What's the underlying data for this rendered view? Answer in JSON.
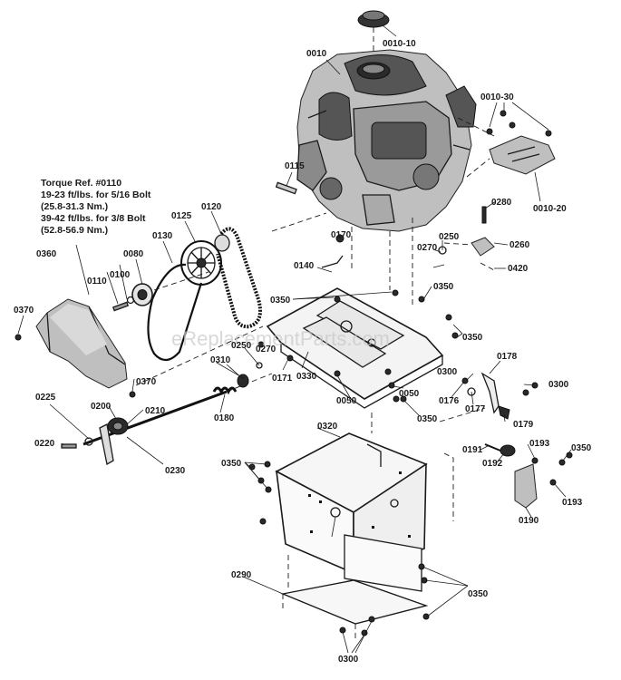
{
  "watermark": "eReplacementParts.com",
  "torque_note": {
    "line1": "Torque Ref. #0110",
    "line2": "19-23 ft/lbs. for 5/16 Bolt",
    "line3": "(25.8-31.3 Nm.)",
    "line4": "39-42 ft/lbs. for 3/8 Bolt",
    "line5": "(52.8-56.9 Nm.)"
  },
  "labels": {
    "p0010": "0010",
    "p0010_10": "0010-10",
    "p0010_30": "0010-30",
    "p0010_20": "0010-20",
    "p0115": "0115",
    "p0120": "0120",
    "p0125": "0125",
    "p0130": "0130",
    "p0080": "0080",
    "p0100": "0100",
    "p0110": "0110",
    "p0360": "0360",
    "p0370a": "0370",
    "p0370b": "0370",
    "p0170": "0170",
    "p0140": "0140",
    "p0280": "0280",
    "p0250a": "0250",
    "p0270": "0270",
    "p0260": "0260",
    "p0420": "0420",
    "p0350a": "0350",
    "p0350b": "0350",
    "p0350c": "0350",
    "p0350d": "0350",
    "p0350e": "0350",
    "p0350f": "0350",
    "p0350g": "0350",
    "p0250b": "0250",
    "p0270b": "0270",
    "p0310": "0310",
    "p0171": "0171",
    "p0330": "0330",
    "p0050a": "0050",
    "p0050b": "0050",
    "p0180": "0180",
    "p0300a": "0300",
    "p0300b": "0300",
    "p0300c": "0300",
    "p0178": "0178",
    "p0176": "0176",
    "p0177": "0177",
    "p0179": "0179",
    "p0225": "0225",
    "p0200": "0200",
    "p0210": "0210",
    "p0220": "0220",
    "p0230": "0230",
    "p0320": "0320",
    "p0191": "0191",
    "p0192": "0192",
    "p0193a": "0193",
    "p0193b": "0193",
    "p0190": "0190",
    "p0290": "0290"
  }
}
